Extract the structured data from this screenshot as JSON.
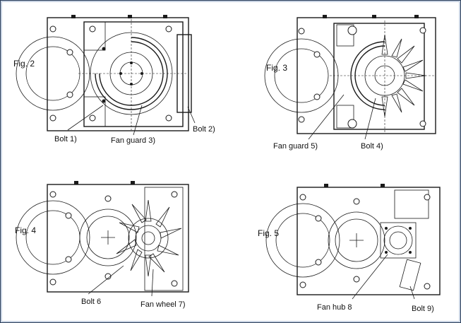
{
  "figures": [
    {
      "title": "Fig. 2",
      "callouts": [
        "Bolt 1)",
        "Fan guard 3)",
        "Bolt 2)"
      ]
    },
    {
      "title": "Fig. 3",
      "callouts": [
        "Fan guard 5)",
        "Bolt 4)"
      ]
    },
    {
      "title": "Fig. 4",
      "callouts": [
        "Bolt 6",
        "Fan wheel 7)"
      ]
    },
    {
      "title": "Fig. 5",
      "callouts": [
        "Fan hub 8",
        "Bolt 9)"
      ]
    }
  ],
  "colors": {
    "line": "#1a1a1a",
    "frame": "#2b3f5c",
    "background": "#ffffff"
  }
}
